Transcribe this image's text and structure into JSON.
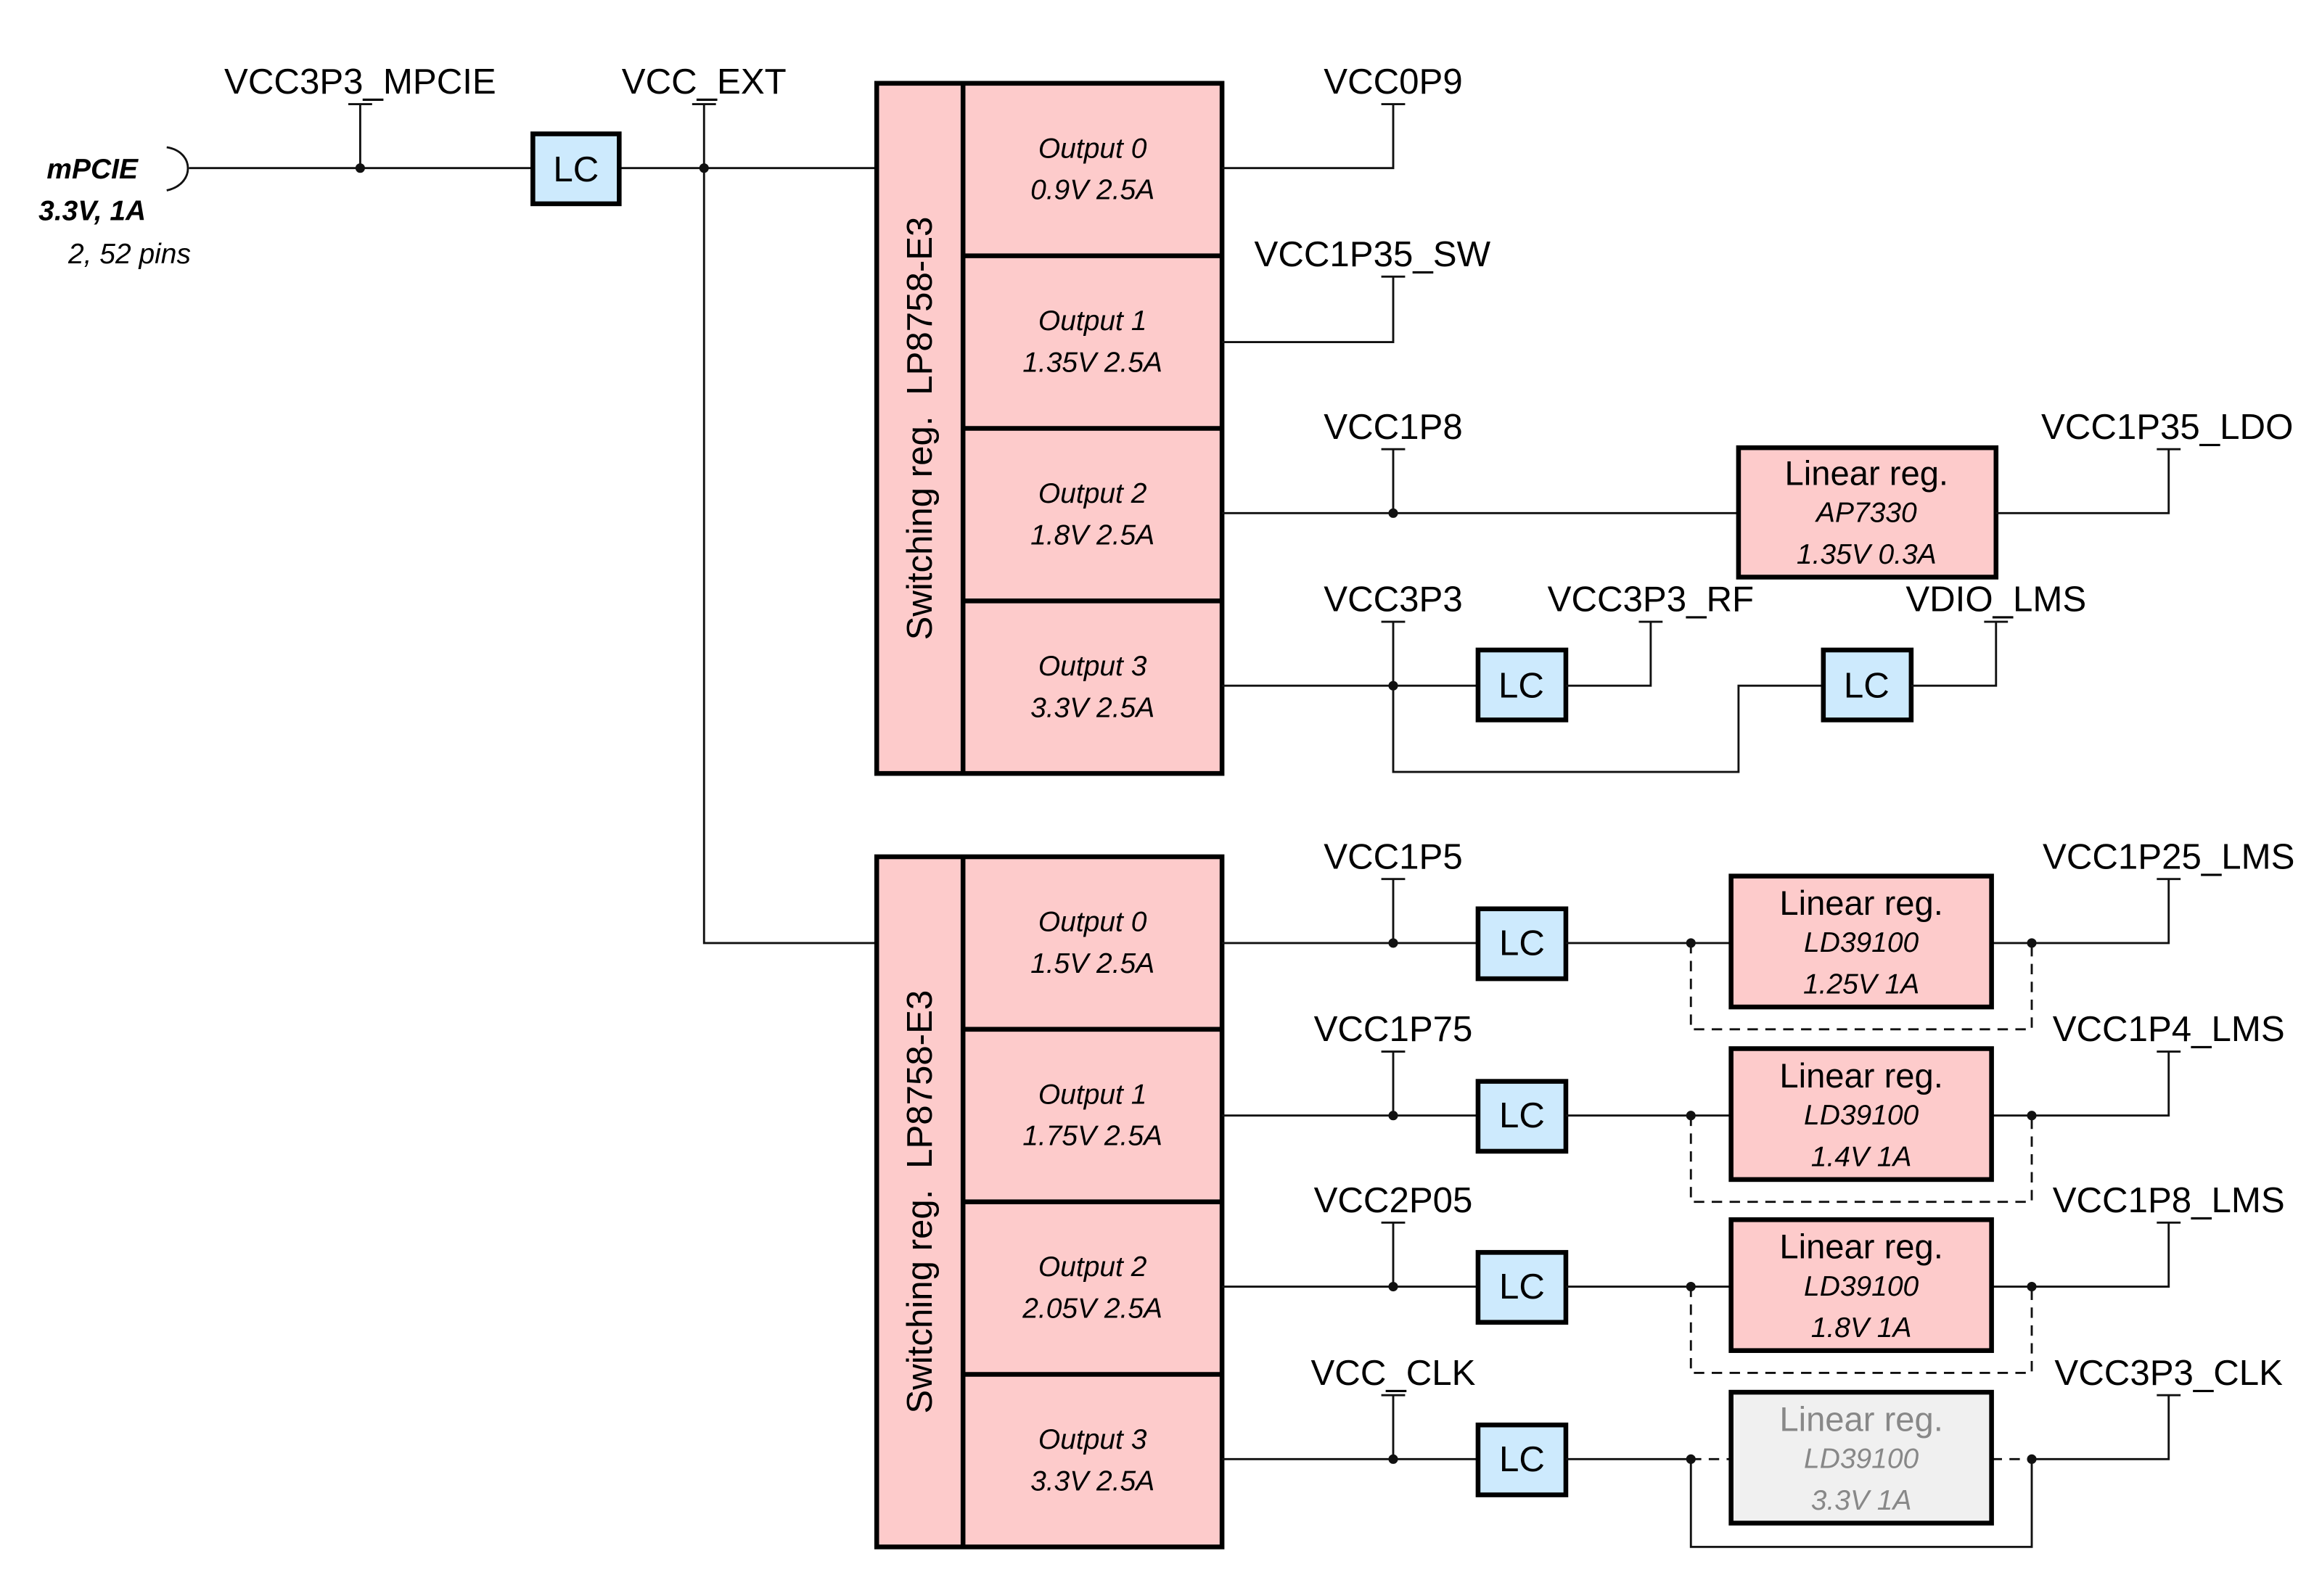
{
  "colors": {
    "switching_fill": "#fdcbcb",
    "linear_fill": "#fdcbcb",
    "lc_fill": "#cdeafd",
    "disabled_fill": "#f0f0f0",
    "disabled_text": "#888888",
    "wire": "#111111"
  },
  "source": {
    "name": "mPCIE",
    "rating": "3.3V, 1A",
    "pins": "2, 52 pins"
  },
  "nets": {
    "input": "VCC3P3_MPCIE",
    "ext": "VCC_EXT"
  },
  "filter_label": "LC",
  "switching_regs": [
    {
      "title": "Switching reg.",
      "part": "LP8758-E3",
      "outputs": [
        {
          "name": "Output 0",
          "rating": "0.9V 2.5A",
          "net": "VCC0P9"
        },
        {
          "name": "Output 1",
          "rating": "1.35V 2.5A",
          "net": "VCC1P35_SW"
        },
        {
          "name": "Output 2",
          "rating": "1.8V 2.5A",
          "net": "VCC1P8"
        },
        {
          "name": "Output 3",
          "rating": "3.3V 2.5A",
          "net": "VCC3P3"
        }
      ]
    },
    {
      "title": "Switching reg.",
      "part": "LP8758-E3",
      "outputs": [
        {
          "name": "Output 0",
          "rating": "1.5V 2.5A",
          "net": "VCC1P5"
        },
        {
          "name": "Output 1",
          "rating": "1.75V 2.5A",
          "net": "VCC1P75"
        },
        {
          "name": "Output 2",
          "rating": "2.05V 2.5A",
          "net": "VCC2P05"
        },
        {
          "name": "Output 3",
          "rating": "3.3V 2.5A",
          "net": "VCC_CLK"
        }
      ]
    }
  ],
  "top_branches": {
    "ldo": {
      "title": "Linear reg.",
      "part": "AP7330",
      "rating": "1.35V 0.3A",
      "out_net": "VCC1P35_LDO"
    },
    "rf_net": "VCC3P3_RF",
    "vdio_net": "VDIO_LMS"
  },
  "bottom_ldos": [
    {
      "title": "Linear reg.",
      "part": "LD39100",
      "rating": "1.25V 1A",
      "out_net": "VCC1P25_LMS",
      "populated": true
    },
    {
      "title": "Linear reg.",
      "part": "LD39100",
      "rating": "1.4V 1A",
      "out_net": "VCC1P4_LMS",
      "populated": true
    },
    {
      "title": "Linear reg.",
      "part": "LD39100",
      "rating": "1.8V 1A",
      "out_net": "VCC1P8_LMS",
      "populated": true
    },
    {
      "title": "Linear reg.",
      "part": "LD39100",
      "rating": "3.3V 1A",
      "out_net": "VCC3P3_CLK",
      "populated": false
    }
  ]
}
